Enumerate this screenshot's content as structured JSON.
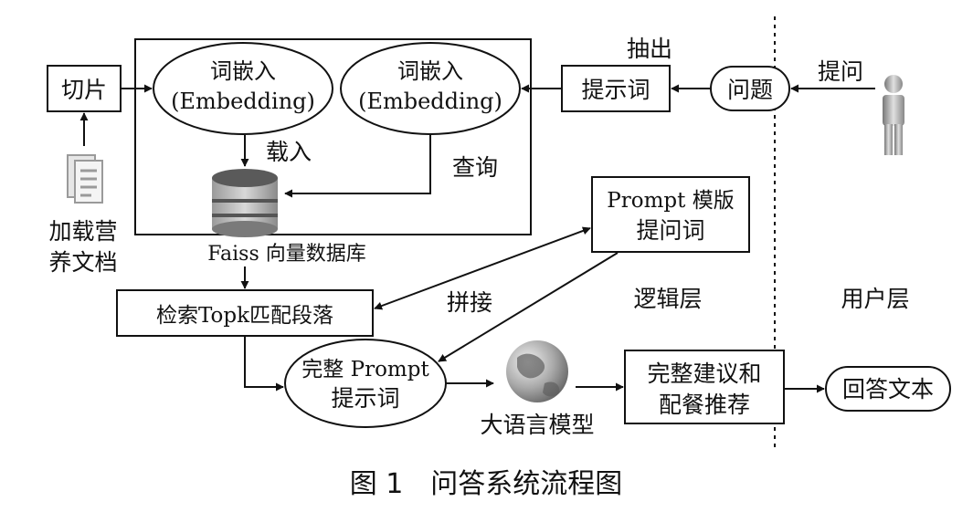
{
  "nodes": {
    "slice": "切片",
    "embed_left": {
      "line1": "词嵌入",
      "line2": "(Embedding)"
    },
    "embed_right": {
      "line1": "词嵌入",
      "line2": "(Embedding)"
    },
    "prompt_words": "提示词",
    "question": "问题",
    "docs": {
      "line1": "加载营",
      "line2": "养文档"
    },
    "vector_db": "Faiss 向量数据库",
    "retrieve": "检索Topk匹配段落",
    "template": {
      "line1": "Prompt 模版",
      "line2": "提问词"
    },
    "full_prompt": {
      "line1": "完整 Prompt",
      "line2": "提示词"
    },
    "llm": "大语言模型",
    "advice": {
      "line1": "完整建议和",
      "line2": "配餐推荐"
    },
    "answer": "回答文本"
  },
  "edge_labels": {
    "extract": "抽出",
    "ask": "提问",
    "load": "载入",
    "query": "查询",
    "concat": "拼接"
  },
  "layers": {
    "logic": "逻辑层",
    "user": "用户层"
  },
  "caption": "图 1　问答系统流程图",
  "colors": {
    "stroke": "#111111",
    "db_dark": "#555555",
    "db_light": "#bdbdbd",
    "globe": "#8a8a8a"
  },
  "icons": [
    "document-icon",
    "database-icon",
    "globe-icon",
    "person-icon"
  ]
}
